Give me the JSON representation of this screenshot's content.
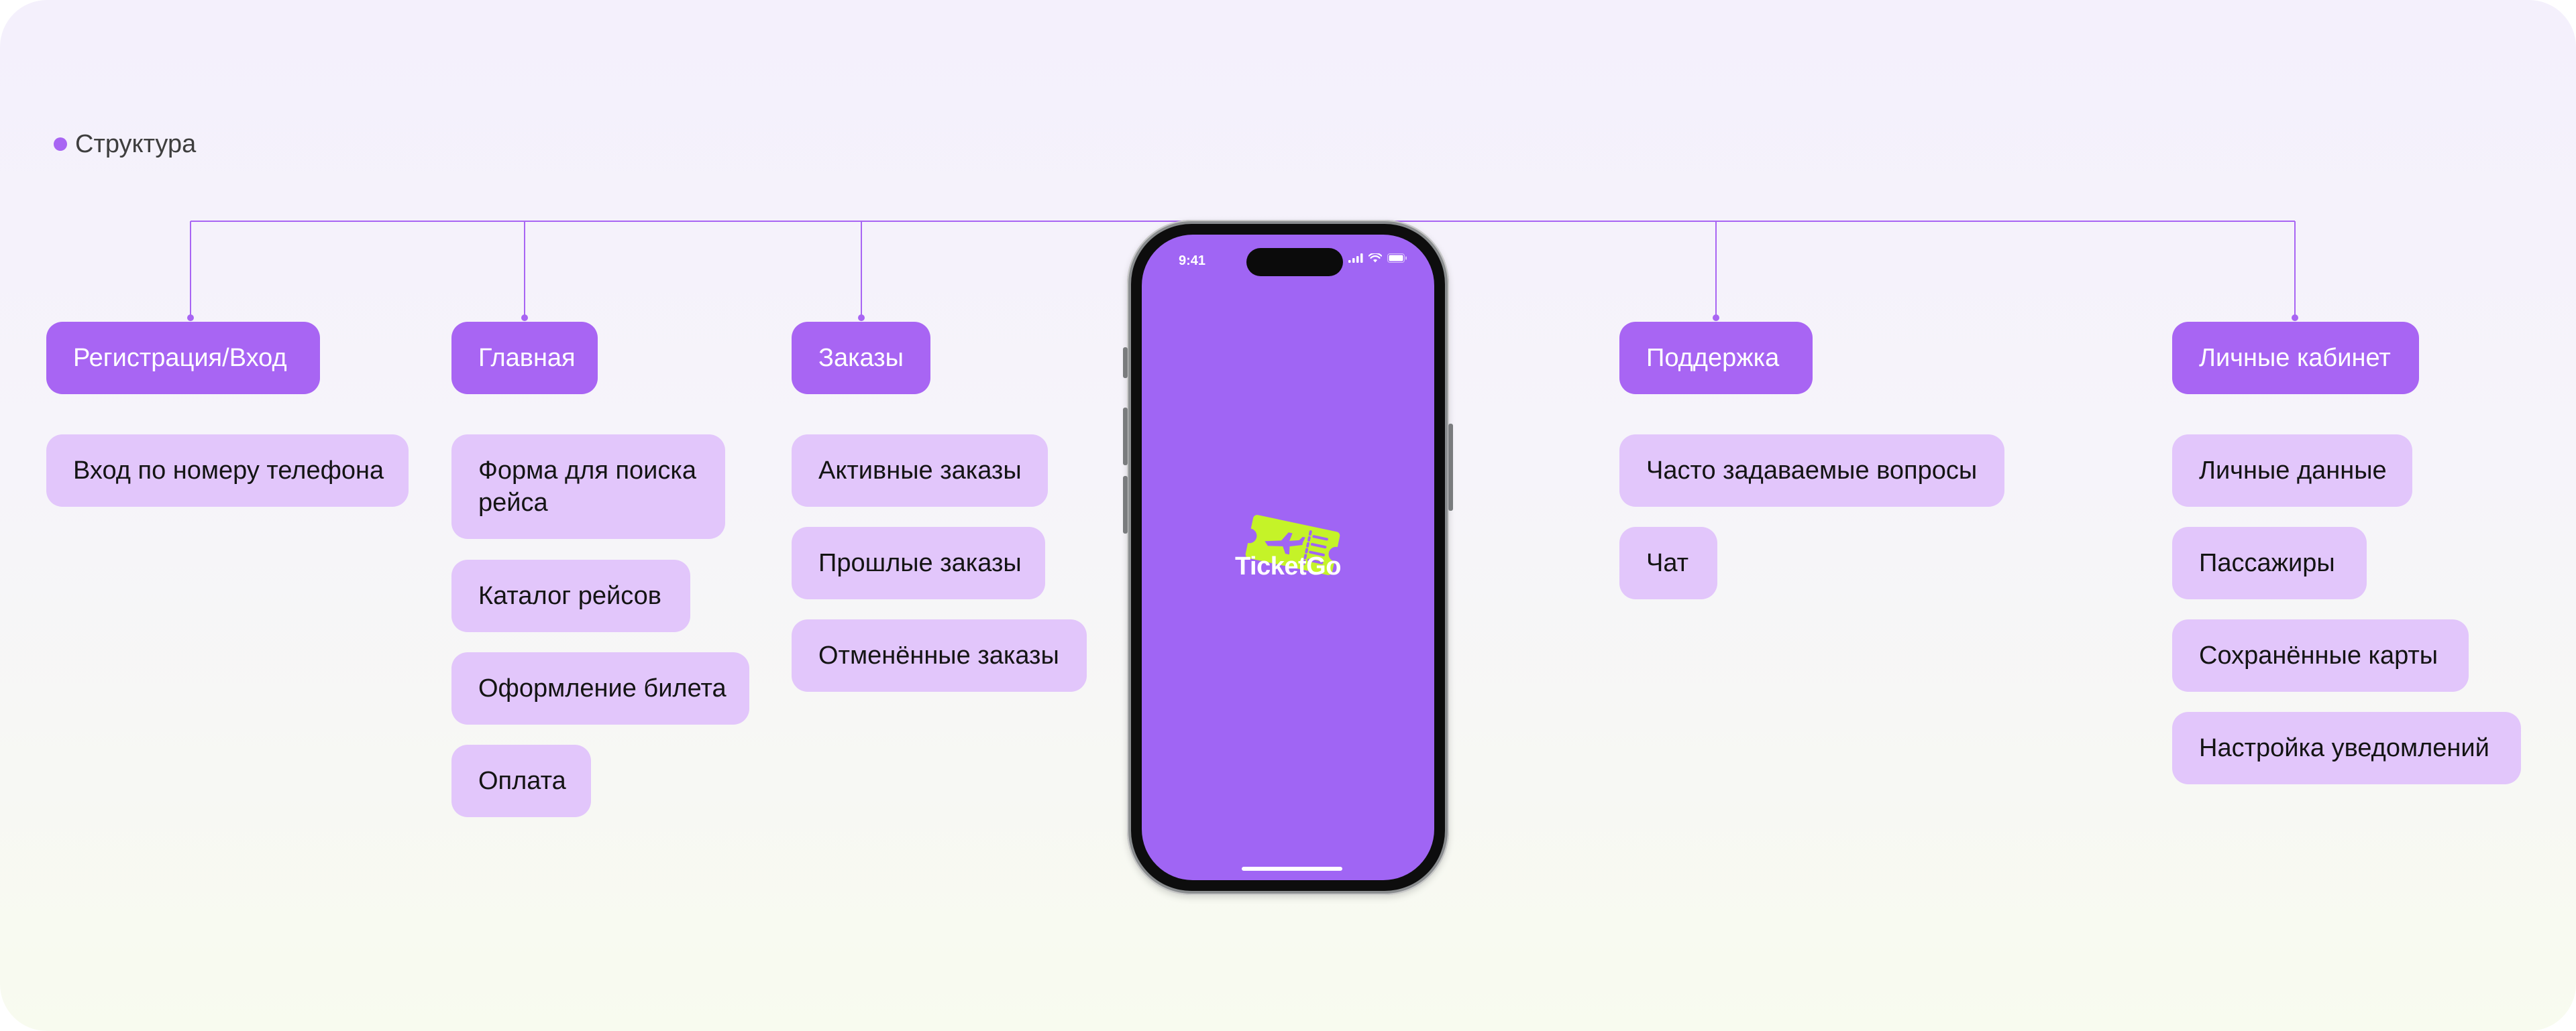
{
  "section_label": "Структура",
  "phone": {
    "status_time": "9:41",
    "app_name": "TicketGo",
    "logo_icon": "airplane-ticket-icon",
    "colors": {
      "screen": "#a065f4",
      "logo": "#c5f328"
    }
  },
  "columns": [
    {
      "title": "Регистрация/Вход",
      "items": [
        "Вход по номеру телефона"
      ]
    },
    {
      "title": "Главная",
      "items": [
        "Форма для поиска рейса",
        "Каталог рейсов",
        "Оформление билета",
        "Оплата"
      ]
    },
    {
      "title": "Заказы",
      "items": [
        "Активные заказы",
        "Прошлые заказы",
        "Отменённые заказы"
      ]
    },
    {
      "title": "Поддержка",
      "items": [
        "Часто задаваемые вопросы",
        "Чат"
      ]
    },
    {
      "title": "Личные кабинет",
      "items": [
        "Личные данные",
        "Пассажиры",
        "Сохранённые карты",
        "Настройка уведомлений"
      ]
    }
  ],
  "colors": {
    "category": "#a865f3",
    "subitem": "#e2c6fb",
    "connector": "#a865f3"
  }
}
